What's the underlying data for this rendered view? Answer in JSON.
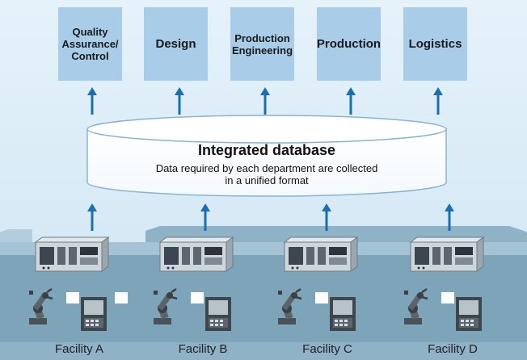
{
  "departments": [
    {
      "label": "Quality\nAssurance/\nControl"
    },
    {
      "label": "Design"
    },
    {
      "label": "Production\nEngineering"
    },
    {
      "label": "Production"
    },
    {
      "label": "Logistics"
    }
  ],
  "database": {
    "title": "Integrated database",
    "description": "Data required by each department are collected\nin a unified format"
  },
  "facilities": [
    {
      "label": "Facility A"
    },
    {
      "label": "Facility B"
    },
    {
      "label": "Facility C"
    },
    {
      "label": "Facility D"
    }
  ],
  "colors": {
    "department_box": "#a9cde8",
    "arrow": "#1a6fb3",
    "factory": "#8fb2c7"
  }
}
